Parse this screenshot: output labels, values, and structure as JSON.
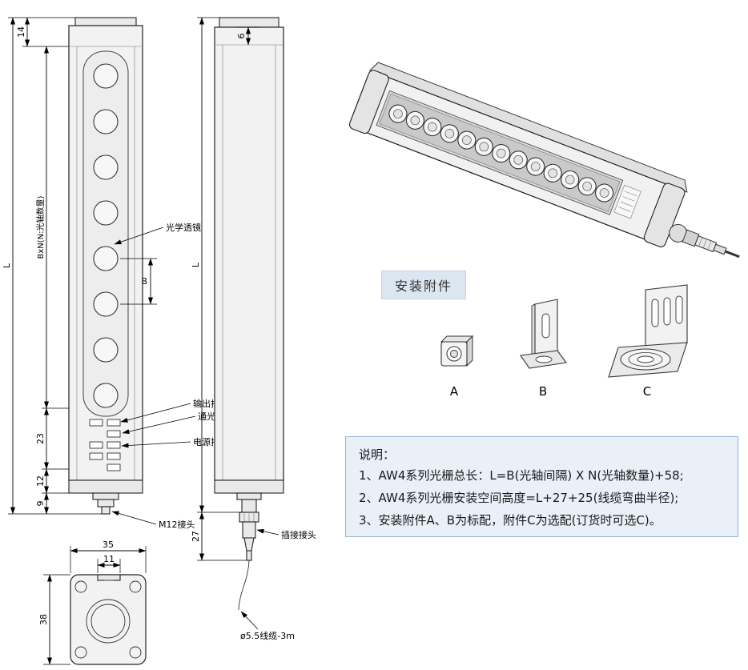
{
  "dims": {
    "L": "L",
    "d14": "14",
    "d6": "6",
    "bxn": "BxN(N:光轴数量)",
    "B": "B",
    "d23": "23",
    "d12": "12",
    "d9": "9",
    "d35": "35",
    "d11": "11",
    "d38": "38",
    "d27": "27"
  },
  "labels": {
    "optical_lens": "光学透镜",
    "output_indicator": "输出指示灯",
    "flux_indicator": "通光量指示灯",
    "power_indicator": "电源指示灯",
    "m12_connector": "M12接头",
    "plug_connector": "插接接头",
    "cable": "ø5.5线缆-3m"
  },
  "accessories": {
    "title": "安装附件",
    "items": [
      {
        "label": "A"
      },
      {
        "label": "B"
      },
      {
        "label": "C"
      }
    ]
  },
  "notes": {
    "title": "说明：",
    "lines": [
      "1、AW4系列光栅总长：L=B(光轴间隔) X N(光轴数量)+58;",
      "2、AW4系列光栅安装空间高度=L+27+25(线缆弯曲半径);",
      "3、安装附件A、B为标配，附件C为选配(订货时可选C)。"
    ]
  },
  "colors": {
    "panel_blue": "#dce6f1",
    "notes_bg": "#e9f0f8",
    "notes_border": "#95b3d7",
    "line": "#000000"
  }
}
